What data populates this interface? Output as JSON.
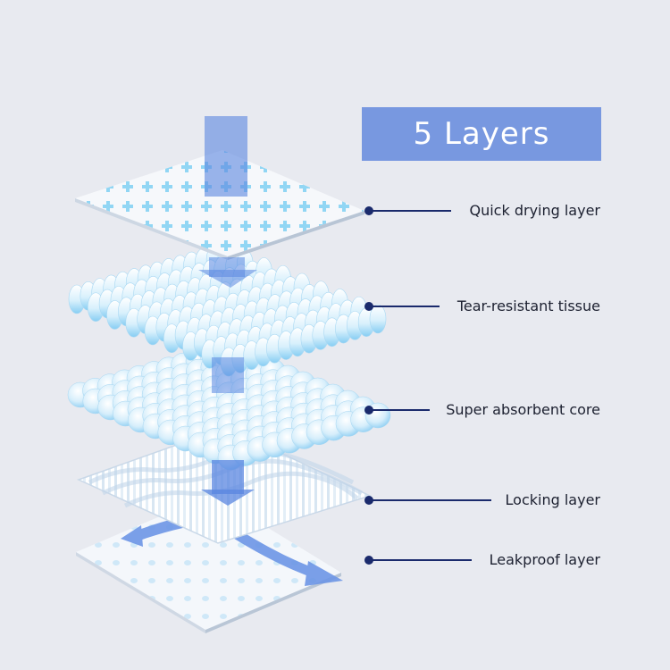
{
  "title": "5 Layers",
  "layers": [
    {
      "label": "Quick drying layer"
    },
    {
      "label": "Tear-resistant tissue"
    },
    {
      "label": "Super absorbent core"
    },
    {
      "label": "Locking layer"
    },
    {
      "label": "Leakproof layer"
    }
  ],
  "colors": {
    "background": "#e8eaf0",
    "title_box": "#7898e0",
    "callout": "#1a2a6c",
    "arrow": "#5a86e0",
    "layer_blue": "#8fd0f5"
  }
}
